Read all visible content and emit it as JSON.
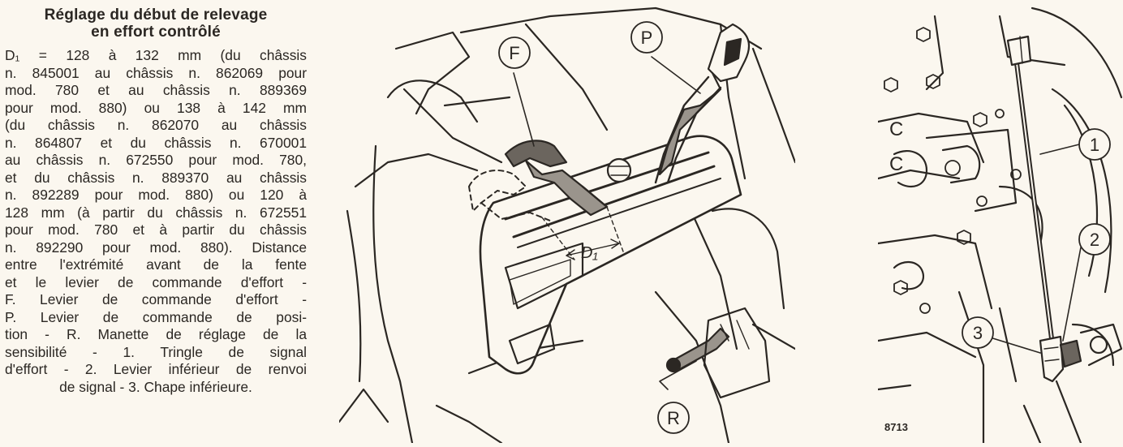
{
  "heading": {
    "line1": "Réglage du début de relevage",
    "line2": "en effort contrôlé"
  },
  "body_lines": [
    "D₁ = 128 à 132 mm (du châssis",
    "n. 845001 au châssis n. 862069 pour",
    "mod. 780 et au châssis n. 889369",
    "pour mod. 880) ou 138 à 142 mm",
    "(du châssis n. 862070 au châssis",
    "n. 864807 et du châssis n. 670001",
    "au châssis n. 672550 pour mod. 780,",
    "et du châssis n. 889370 au châssis",
    "n. 892289 pour mod. 880) ou 120 à",
    "128 mm (à partir du châssis n. 672551",
    "pour mod. 780 et à partir du châssis",
    "n. 892290 pour mod. 880). Distance",
    "entre l'extrémité avant de la fente",
    "et le levier de commande d'effort -",
    "F. Levier de commande d'effort -",
    "P. Levier de commande de posi-",
    "tion - R. Manette de réglage de la",
    "sensibilité - 1. Tringle de signal",
    "d'effort - 2. Levier inférieur de renvoi",
    "de signal - 3. Chape inférieure."
  ],
  "figure_left": {
    "callout_f": "F",
    "callout_p": "P",
    "callout_r": "R",
    "dimension_label": "D₁"
  },
  "figure_right": {
    "callout_1": "1",
    "callout_2": "2",
    "callout_3": "3",
    "letter_c_top": "C",
    "letter_c_bottom": "C",
    "figure_number": "8713"
  }
}
